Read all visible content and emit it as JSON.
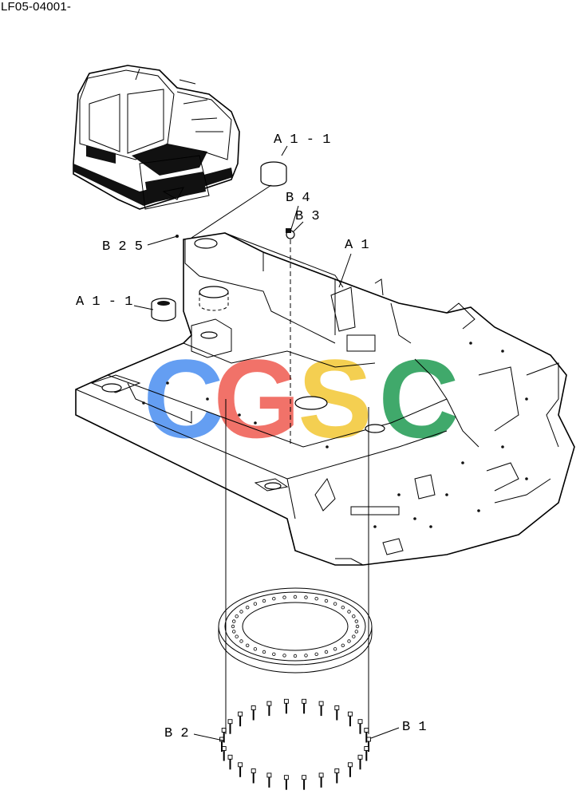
{
  "drawing_code": "LF05-04001-",
  "watermark": {
    "letters": [
      "C",
      "G",
      "S",
      "C"
    ],
    "colors": [
      "#4a8ef0",
      "#ef5a50",
      "#f3c733",
      "#1f9b52"
    ]
  },
  "callouts": {
    "a1_1_top": "A 1 - 1",
    "b4": "B 4",
    "b3": "B 3",
    "b25": "B 2 5",
    "a1": "A 1",
    "a1_1_left": "A 1 - 1",
    "b2": "B 2",
    "b1": "B 1"
  }
}
